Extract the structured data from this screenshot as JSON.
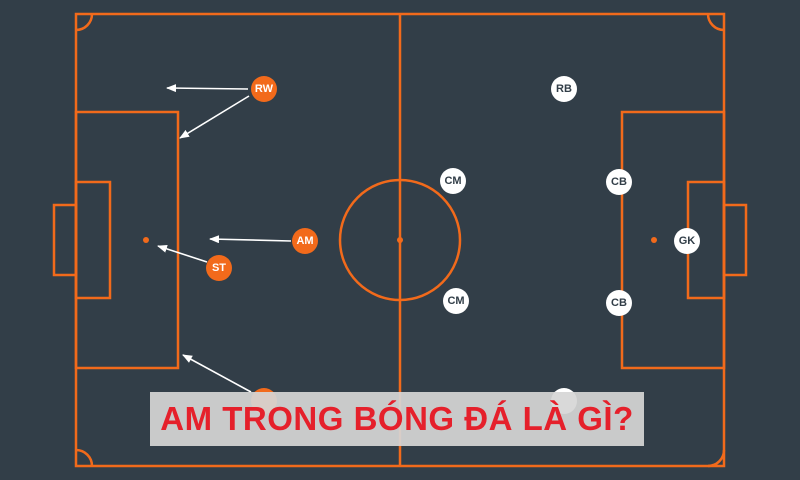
{
  "colors": {
    "background": "#323e48",
    "lines": "#f26a1b",
    "attack_player": "#f26a1b",
    "defend_player": "#ffffff",
    "arrow": "#ffffff",
    "title_text": "#e5202b"
  },
  "players": {
    "attack": {
      "rw": "RW",
      "am": "AM",
      "st": "ST"
    },
    "defend": {
      "rb": "RB",
      "cm_top": "CM",
      "cm_bottom": "CM",
      "cb_top": "CB",
      "cb_bottom": "CB",
      "gk": "GK"
    }
  },
  "banner": {
    "title": "AM TRONG BÓNG ĐÁ LÀ GÌ?"
  }
}
